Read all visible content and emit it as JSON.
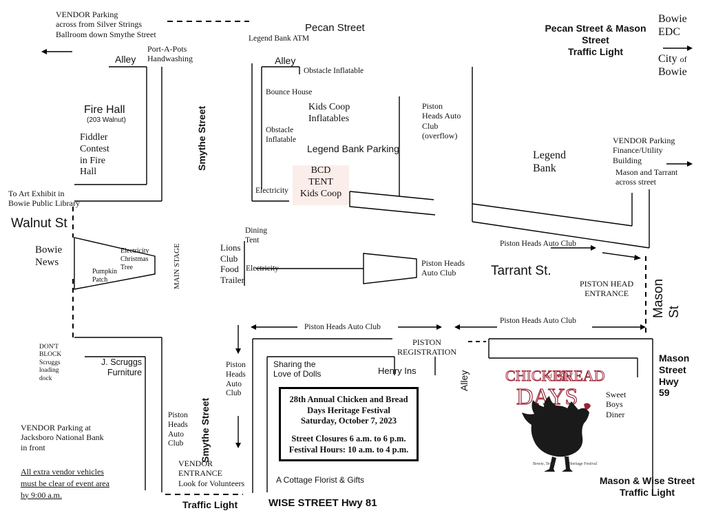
{
  "streets": {
    "pecan": "Pecan Street",
    "smythe_top": "Smythe Street",
    "smythe_bottom": "Smythe Street",
    "walnut": "Walnut St",
    "tarrant": "Tarrant St.",
    "mason": "Mason St",
    "wise": "WISE STREET  Hwy 81"
  },
  "alleys": {
    "top_left": "Alley",
    "top_center": "Alley",
    "bottom": "Alley"
  },
  "traffic_lights": {
    "pecan_mason": "Pecan Street & Mason\nStreet\nTraffic Light",
    "mason_wise": "Mason & Wise Street\nTraffic Light",
    "bottom_left": "Traffic Light",
    "mason_hwy": "Mason\nStreet\nHwy\n59"
  },
  "labels": {
    "vendor_parking_top": "VENDOR Parking\nacross from Silver Strings\nBallroom down Smythe Street",
    "port_a_pots": "Port-A-Pots\nHandwashing",
    "legend_atm": "Legend Bank ATM",
    "obstacle_inflatable_top": "Obstacle Inflatable",
    "bounce_house": "Bounce House",
    "kids_coop_inflatables": "Kids Coop\nInflatables",
    "obstacle_inflatable_side": "Obstacle\nInflatable",
    "legend_bank_parking": "Legend Bank Parking",
    "electricity_bcd": "Electricity",
    "bcd_tent": "BCD\nTENT\nKids Coop",
    "piston_overflow": "Piston\nHeads Auto\nClub\n(overflow)",
    "legend_bank": "Legend\nBank",
    "bowie_edc": "Bowie\nEDC",
    "city_of_bowie_1": "City",
    "city_of_bowie_of": "of",
    "city_of_bowie_2": "Bowie",
    "vendor_finance": "VENDOR Parking\nFinance/Utility\nBuilding",
    "mason_tarrant": "Mason and Tarrant\nacross street",
    "fire_hall": "Fire Hall",
    "fire_hall_address": "(203 Walnut)",
    "fiddler": "Fiddler\nContest\nin Fire\nHall",
    "art_exhibit": "To Art Exhibit in\nBowie Public Library",
    "bowie_news": "Bowie\nNews",
    "electricity_tree": "Electricity\nChristmas\nTree",
    "pumpkin_patch": "Pumpkin\nPatch",
    "main_stage": "MAIN STAGE",
    "dining_tent": "Dining\nTent",
    "lions_club": "Lions\nClub\nFood\nTrailer",
    "electricity_lions": "Electricity",
    "piston_heads_tent": "Piston Heads\nAuto Club",
    "piston_arrow_upper": "Piston Heads Auto Club",
    "piston_head_entrance": "PISTON HEAD\nENTRANCE",
    "piston_arrow_left": "Piston Heads Auto Club",
    "piston_arrow_right": "Piston Heads Auto Club",
    "piston_registration": "PISTON\nREGISTRATION",
    "dont_block": "DON'T\nBLOCK\nScruggs\nloading\ndock",
    "scruggs": "J. Scruggs\nFurniture",
    "piston_smythe_1": "Piston\nHeads\nAuto\nClub",
    "piston_smythe_2": "Piston\nHeads\nAuto\nClub",
    "sharing_dolls": "Sharing the\nLove of Dolls",
    "henry_ins": "Henry Ins",
    "sweet_boys": "Sweet\nBoys\nDiner",
    "vendor_jacksboro": "VENDOR Parking at\nJacksboro National Bank\nin front",
    "vendor_vehicles_1": "All extra vendor vehicles",
    "vendor_vehicles_2": "must be clear of event area",
    "vendor_vehicles_3": "by 9:00 a.m.",
    "vendor_entrance": "VENDOR\nENTRANCE\nLook for Volunteers",
    "cottage_florist": "A Cottage Florist & Gifts"
  },
  "notice": {
    "line1": "28th Annual Chicken and Bread",
    "line2": "Days Heritage Festival",
    "line3": "Saturday, October 7, 2023",
    "line4": "Street Closures 6 a.m. to 6 p.m.",
    "line5": "Festival Hours: 10 a.m. to 4 p.m."
  },
  "logo": {
    "title_chicken": "CHICKEN",
    "title_and": "and",
    "title_bread": "BREAD",
    "title_days": "DAYS",
    "location": "Bowie, Texas",
    "subtitle": "Heritage Festival",
    "accent_color": "#9b2335"
  }
}
